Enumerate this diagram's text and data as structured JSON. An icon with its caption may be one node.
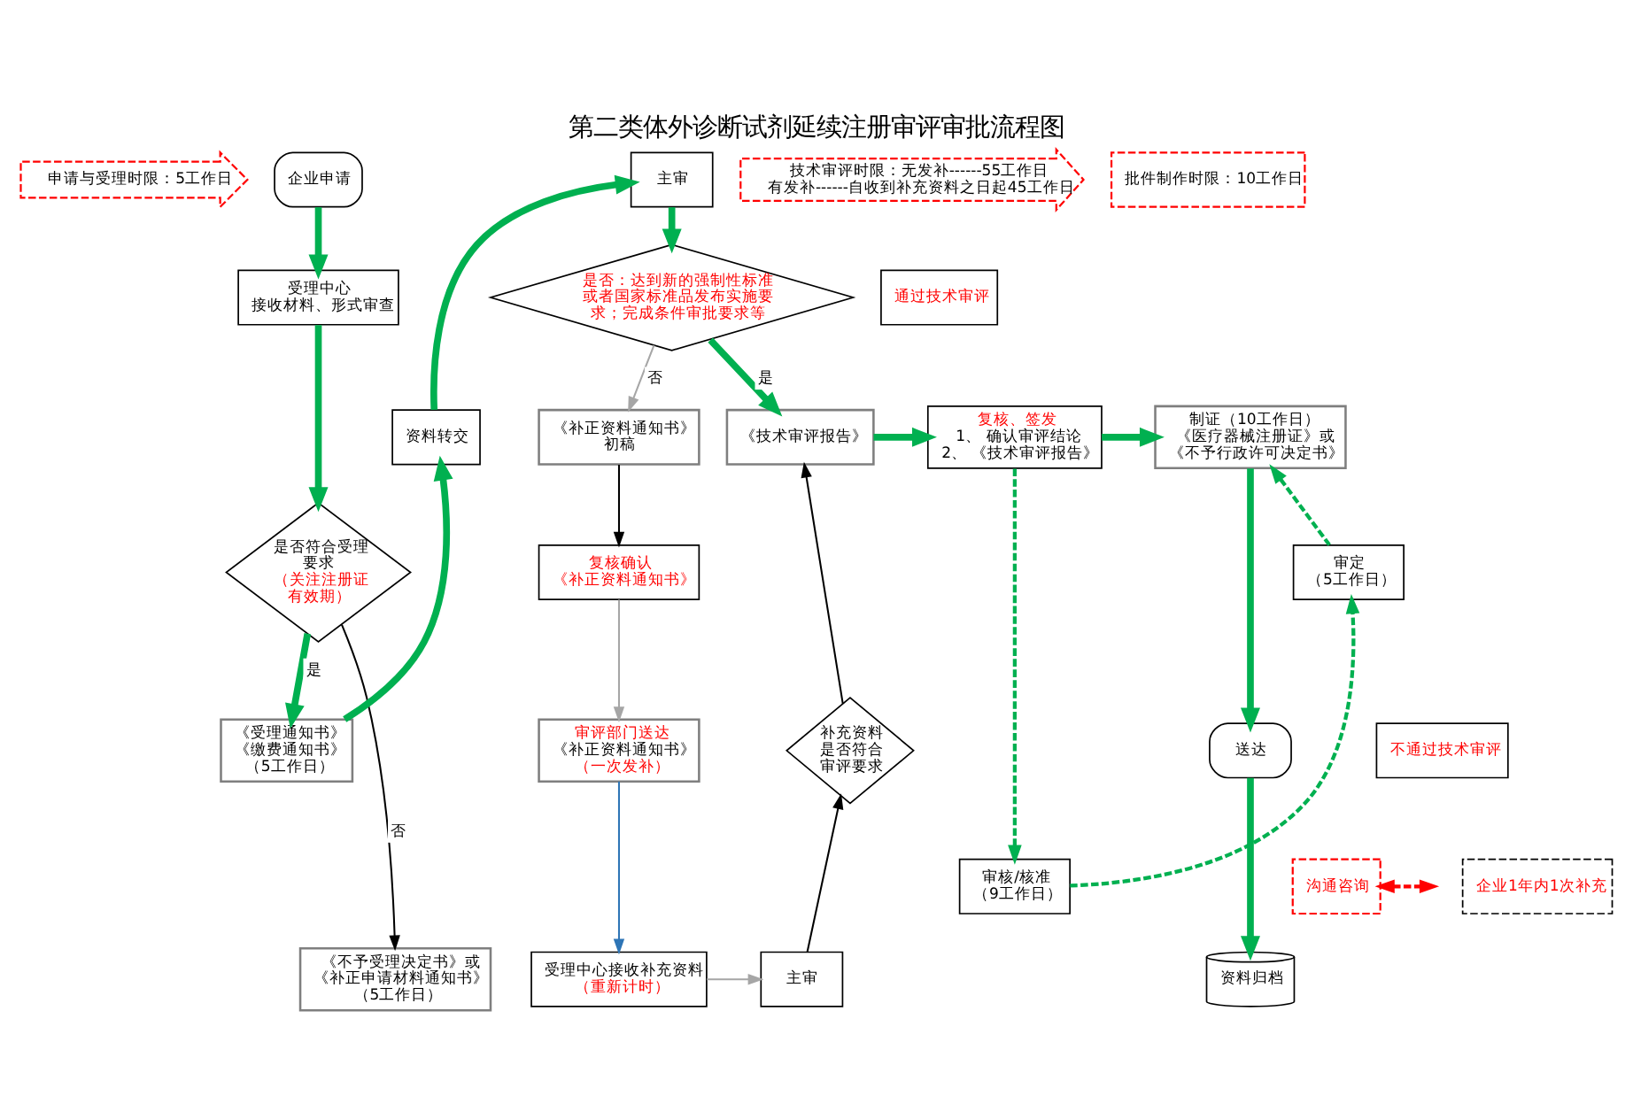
{
  "diagram": {
    "title": "第二类体外诊断试剂延续注册审评审批流程图",
    "nodes": [
      {
        "text": [
          "申请与受理时限：5工作日"
        ]
      },
      {
        "text": [
          "技术审评时限：无发补------55工作日",
          "有发补------自收到补充资料之日起45工作日"
        ]
      },
      {
        "text": [
          "批件制作时限：10工作日"
        ]
      },
      {
        "text": [
          "企业申请"
        ]
      },
      {
        "text": [
          "受理中心",
          "接收材料、形式审查"
        ]
      },
      {
        "text": [
          "资料转交"
        ]
      },
      {
        "text": [
          "主审"
        ]
      },
      {
        "text": [
          "是否：达到新的强制性标准或者国家标准品发布实施要求；完成条件审批要求等"
        ]
      },
      {
        "text": [
          "是否符合受理要求",
          "（关注注册证有效期）"
        ]
      },
      {
        "text": [
          "《受理通知书》",
          "《缴费通知书》",
          "（5工作日）"
        ]
      },
      {
        "text": [
          "《补正资料通知书》",
          "初稿"
        ]
      },
      {
        "text": [
          "《技术审评报告》"
        ]
      },
      {
        "text": [
          "复核、签发",
          "1、 确认审评结论",
          "2、 《技术审评报告》"
        ]
      },
      {
        "text": [
          "通过技术审评"
        ]
      },
      {
        "text": [
          "制证（10工作日）",
          "《医疗器械注册证》或《不予行政许可决定书》"
        ]
      },
      {
        "text": [
          "复核确认",
          "《补正资料通知书》"
        ]
      },
      {
        "text": [
          "审定",
          "（5工作日）"
        ]
      },
      {
        "text": [
          "补充资料是否符合审评要求"
        ]
      },
      {
        "text": [
          "不通过技术审评"
        ]
      },
      {
        "text": [
          "送达"
        ]
      },
      {
        "text": [
          "审评部门送达",
          "《补正资料通知书》",
          "（一次发补）"
        ]
      },
      {
        "text": [
          "审核/核准",
          "（9工作日）"
        ]
      },
      {
        "text": [
          "沟通咨询"
        ]
      },
      {
        "text": [
          "企业1年内1次补充"
        ]
      },
      {
        "text": [
          "受理中心接收补充资料",
          "（重新计时）"
        ]
      },
      {
        "text": [
          "主审"
        ]
      },
      {
        "text": [
          "《不予受理决定书》或《补正申请材料通知书》（5工作日）"
        ]
      },
      {
        "text": [
          "资料归档"
        ]
      }
    ],
    "edges": [
      {
        "from": 3,
        "to": 4,
        "arrow": "to",
        "style": "thick"
      },
      {
        "from": 4,
        "to": 8,
        "arrow": "to",
        "style": "thick"
      },
      {
        "from": 8,
        "to": 9,
        "arrow": "to",
        "label": "是",
        "style": "thick"
      },
      {
        "from": 8,
        "to": 26,
        "arrow": "to",
        "label": "否",
        "color": "#000000"
      },
      {
        "from": 9,
        "to": 5,
        "arrow": "to",
        "style": "thick"
      },
      {
        "from": 5,
        "to": 6,
        "arrow": "to",
        "style": "thick"
      },
      {
        "from": 6,
        "to": 7,
        "arrow": "to",
        "style": "thick"
      },
      {
        "from": 7,
        "to": 11,
        "arrow": "to",
        "label": "是",
        "style": "thick"
      },
      {
        "from": 7,
        "to": 10,
        "arrow": "to",
        "label": "否",
        "color": "#a6a6a6"
      },
      {
        "from": 10,
        "to": 15,
        "arrow": "to",
        "color": "#000000"
      },
      {
        "from": 15,
        "to": 20,
        "arrow": "to",
        "color": "#a6a6a6"
      },
      {
        "from": 20,
        "to": 24,
        "arrow": "to",
        "color": "#2e75b6"
      },
      {
        "from": 24,
        "to": 25,
        "arrow": "to",
        "color": "#a6a6a6"
      },
      {
        "from": 25,
        "to": 17,
        "arrow": "to",
        "color": "#000000"
      },
      {
        "from": 17,
        "to": 11,
        "arrow": "to",
        "color": "#000000"
      },
      {
        "from": 11,
        "to": 12,
        "arrow": "to",
        "style": "thick"
      },
      {
        "from": 12,
        "to": 14,
        "arrow": "to",
        "style": "thick"
      },
      {
        "from": 12,
        "to": 21,
        "arrow": "to",
        "style": "dashed"
      },
      {
        "from": 14,
        "to": 19,
        "arrow": "to",
        "style": "thick"
      },
      {
        "from": 16,
        "to": 14,
        "arrow": "to",
        "style": "dashed"
      },
      {
        "from": 21,
        "to": 16,
        "arrow": "to",
        "style": "dashed"
      },
      {
        "from": 19,
        "to": 27,
        "arrow": "to",
        "style": "thick"
      },
      {
        "from": 22,
        "to": null,
        "arrow": "both",
        "style": "dashed",
        "color": "#ff0000"
      }
    ]
  }
}
